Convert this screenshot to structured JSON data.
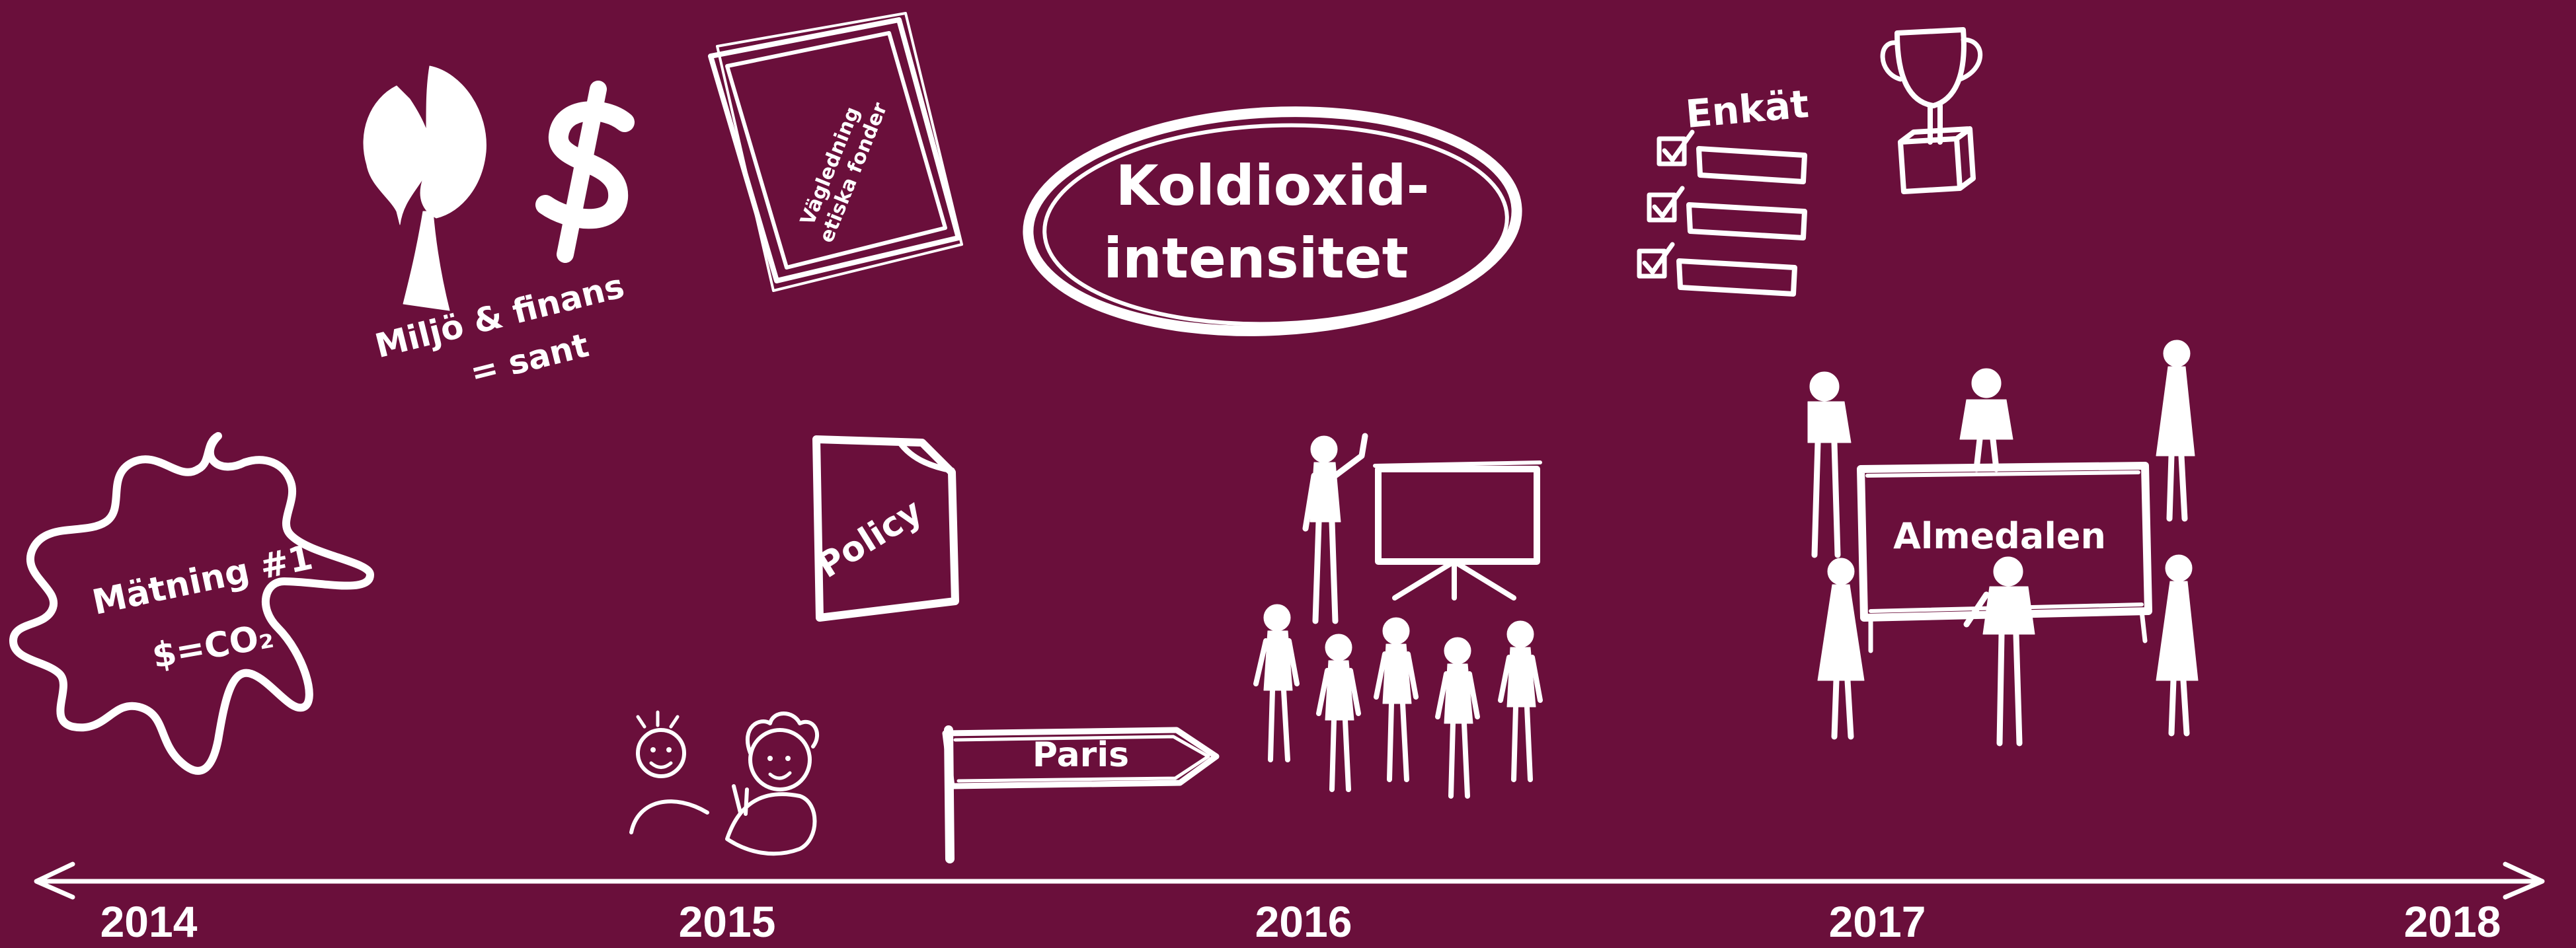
{
  "colors": {
    "background": "#6a0f3b",
    "ink": "#ffffff"
  },
  "timeline": {
    "years": [
      "2014",
      "2015",
      "2016",
      "2017",
      "2018"
    ]
  },
  "items": {
    "burst": {
      "line1": "Mätning #1",
      "line2": "$=CO₂"
    },
    "tree_dollar": {
      "line1": "Miljö & finans",
      "line2": "= sant"
    },
    "guide": {
      "line1": "Vägledning",
      "line2": "etiska fonder"
    },
    "policy": {
      "label": "Policy"
    },
    "paris": {
      "label": "Paris"
    },
    "co2": {
      "line1": "Koldioxid-",
      "line2": "intensitet"
    },
    "survey": {
      "label": "Enkät"
    },
    "almedalen": {
      "label": "Almedalen"
    }
  },
  "icons": [
    "tree-icon",
    "dollar-icon",
    "frame-icon",
    "people-icon",
    "document-icon",
    "signpost-icon",
    "presentation-icon",
    "checklist-icon",
    "trophy-icon",
    "group-icon"
  ]
}
